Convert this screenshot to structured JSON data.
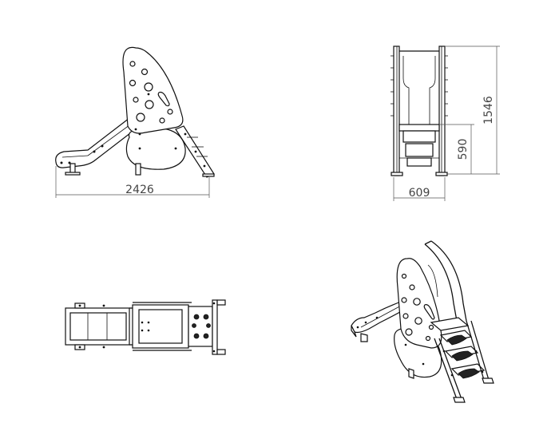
{
  "dimensions": {
    "side_length": "2426",
    "front_width": "609",
    "front_height_total": "1546",
    "front_height_platform": "590"
  }
}
